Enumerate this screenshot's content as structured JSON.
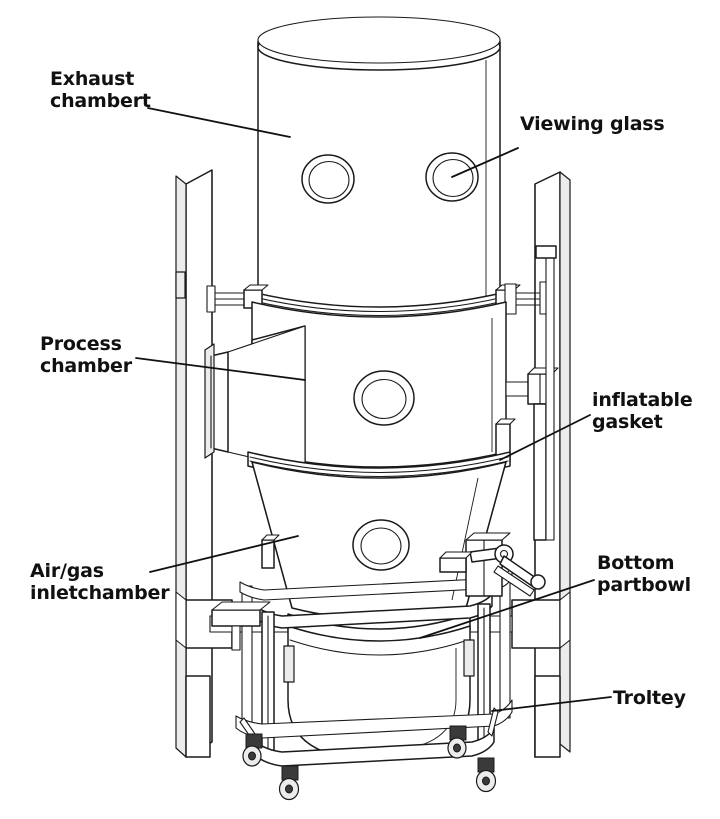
{
  "diagram": {
    "title": "Fluid bed processor cross-section diagram",
    "type": "technical-line-drawing",
    "background_color": "#ffffff",
    "line_color": "#1a1a1a",
    "fill_color": "#ffffff",
    "shade_color": "#e8e8e8"
  },
  "labels": [
    {
      "id": "exhaust-chamber",
      "lines": [
        "Exhaust",
        "chambert"
      ],
      "text": "Exhaust chambert",
      "side": "left",
      "leader_from": [
        148,
        108
      ],
      "leader_to": [
        290,
        137
      ]
    },
    {
      "id": "viewing-glass",
      "lines": [
        "Viewing glass"
      ],
      "text": "Viewing glass",
      "side": "right",
      "leader_from": [
        518,
        148
      ],
      "leader_to": [
        452,
        177
      ]
    },
    {
      "id": "process-chamber",
      "lines": [
        "Process",
        "chamber"
      ],
      "text": "Process chamber",
      "side": "left",
      "leader_from": [
        136,
        358
      ],
      "leader_to": [
        305,
        380
      ]
    },
    {
      "id": "inflatable-gasket",
      "lines": [
        "inflatable",
        "gasket"
      ],
      "text": "inflatable gasket",
      "side": "right",
      "leader_from": [
        590,
        415
      ],
      "leader_to": [
        500,
        460
      ]
    },
    {
      "id": "air-gas-inletchamber",
      "lines": [
        "Air/gas",
        "inletchamber"
      ],
      "text": "Air/gas inletchamber",
      "side": "left",
      "leader_from": [
        150,
        572
      ],
      "leader_to": [
        298,
        536
      ]
    },
    {
      "id": "bottom-partbowl",
      "lines": [
        "Bottom",
        "partbowl"
      ],
      "text": "Bottom partbowl",
      "side": "right",
      "leader_from": [
        594,
        580
      ],
      "leader_to": [
        420,
        638
      ]
    },
    {
      "id": "trolley",
      "lines": [
        "Troltey"
      ],
      "text": "Troltey",
      "side": "right",
      "leader_from": [
        611,
        697
      ],
      "leader_to": [
        492,
        711
      ]
    }
  ],
  "parts": [
    {
      "id": "exhaust-chamber",
      "name": "Exhaust chambert",
      "shape": "vertical cylinder with elliptical top lid"
    },
    {
      "id": "viewing-glass-top-left",
      "name": "Viewing glass",
      "shape": "circular double-ring port"
    },
    {
      "id": "viewing-glass-top-right",
      "name": "Viewing glass",
      "shape": "circular double-ring port"
    },
    {
      "id": "process-chamber",
      "name": "Process chamber",
      "shape": "cylinder with top and bottom flange rings"
    },
    {
      "id": "inflatable-gasket-upper",
      "name": "inflatable gasket",
      "shape": "curved flange band ring"
    },
    {
      "id": "inflatable-gasket-lower",
      "name": "inflatable gasket",
      "shape": "curved flange band ring"
    },
    {
      "id": "air-gas-inletchamber",
      "name": "Air/gas inletchamber",
      "shape": "truncated cone / tapered hopper"
    },
    {
      "id": "inlet-duct",
      "name": "side inlet duct",
      "shape": "tapered rectangular transition duct"
    },
    {
      "id": "bottom-partbowl",
      "name": "Bottom partbowl",
      "shape": "cylinder with rounded bottom"
    },
    {
      "id": "trolley",
      "name": "Troltey",
      "shape": "tubular frame on four swivel casters"
    },
    {
      "id": "support-column-left",
      "name": "left support column",
      "shape": "vertical 3D panel"
    },
    {
      "id": "support-column-right",
      "name": "right support column",
      "shape": "vertical 3D panel"
    },
    {
      "id": "clamp-linkage",
      "name": "clamp linkage arm",
      "shape": "pivoting lever mechanism"
    },
    {
      "id": "caster-front-left",
      "name": "caster wheel",
      "shape": "swivel caster"
    },
    {
      "id": "caster-front-right",
      "name": "caster wheel",
      "shape": "swivel caster"
    },
    {
      "id": "caster-back-left",
      "name": "caster wheel",
      "shape": "swivel caster"
    },
    {
      "id": "caster-back-right",
      "name": "caster wheel",
      "shape": "swivel caster"
    }
  ]
}
